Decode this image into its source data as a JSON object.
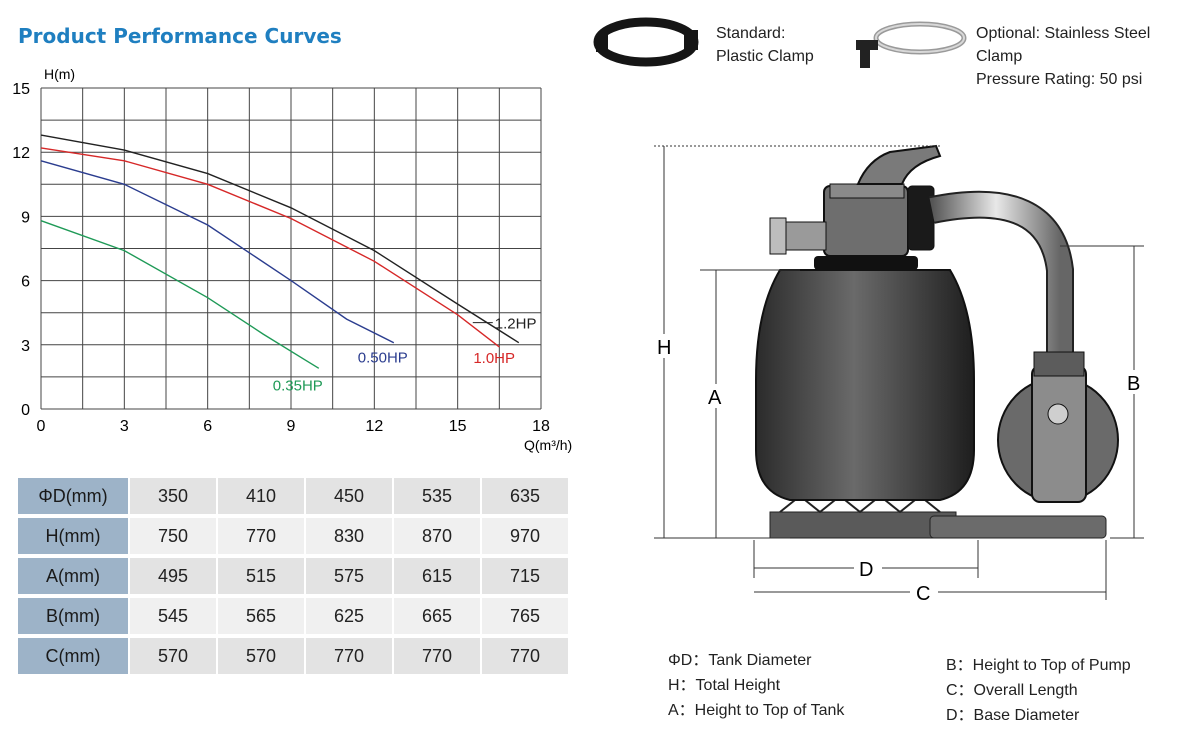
{
  "title": "Product Performance Curves",
  "chart_data": {
    "type": "line",
    "ylabel": "H(m)",
    "xlabel": "Q(m³/h)",
    "xlim": [
      0,
      18
    ],
    "ylim": [
      0,
      15
    ],
    "x_ticks": [
      "0",
      "3",
      "6",
      "9",
      "12",
      "15",
      "18"
    ],
    "y_ticks": [
      "0",
      "3",
      "6",
      "9",
      "12",
      "15"
    ],
    "grid": true,
    "series": [
      {
        "name": "1.2HP",
        "color": "#222222",
        "x": [
          0,
          3,
          6,
          9,
          12,
          15,
          17.2
        ],
        "y": [
          12.8,
          12.1,
          11.0,
          9.4,
          7.4,
          4.9,
          3.1
        ]
      },
      {
        "name": "1.0HP",
        "color": "#d62828",
        "x": [
          0,
          3,
          6,
          9,
          12,
          15,
          16.5
        ],
        "y": [
          12.2,
          11.6,
          10.5,
          8.9,
          6.9,
          4.4,
          2.9
        ]
      },
      {
        "name": "0.50HP",
        "color": "#2b3d8f",
        "x": [
          0,
          3,
          6,
          9,
          11,
          12.7
        ],
        "y": [
          11.6,
          10.5,
          8.6,
          6.0,
          4.2,
          3.1
        ]
      },
      {
        "name": "0.35HP",
        "color": "#1f9a57",
        "x": [
          0,
          3,
          6,
          8,
          9.5,
          10.0
        ],
        "y": [
          8.8,
          7.4,
          5.2,
          3.5,
          2.3,
          1.9
        ]
      }
    ]
  },
  "table": {
    "rows": [
      {
        "label": "ΦD(mm)",
        "values": [
          "350",
          "410",
          "450",
          "535",
          "635"
        ]
      },
      {
        "label": "H(mm)",
        "values": [
          "750",
          "770",
          "830",
          "870",
          "970"
        ]
      },
      {
        "label": "A(mm)",
        "values": [
          "495",
          "515",
          "575",
          "615",
          "715"
        ]
      },
      {
        "label": "B(mm)",
        "values": [
          "545",
          "565",
          "625",
          "665",
          "765"
        ]
      },
      {
        "label": "C(mm)",
        "values": [
          "570",
          "570",
          "770",
          "770",
          "770"
        ]
      }
    ]
  },
  "clamps": {
    "standard": {
      "line1": "Standard:",
      "line2": "Plastic Clamp"
    },
    "optional": {
      "line1": "Optional: Stainless Steel Clamp",
      "line2": "Pressure Rating: 50 psi"
    }
  },
  "diagram": {
    "labels": {
      "H": "H",
      "A": "A",
      "B": "B",
      "D": "D",
      "C": "C"
    },
    "colors": {
      "tank": "#444444",
      "outline": "#111111"
    }
  },
  "legend": {
    "left": [
      "ΦD：Tank Diameter",
      "H：Total Height",
      "A：Height to Top of Tank"
    ],
    "right": [
      "B：Height to Top of Pump",
      "C：Overall Length",
      "D：Base Diameter"
    ]
  }
}
